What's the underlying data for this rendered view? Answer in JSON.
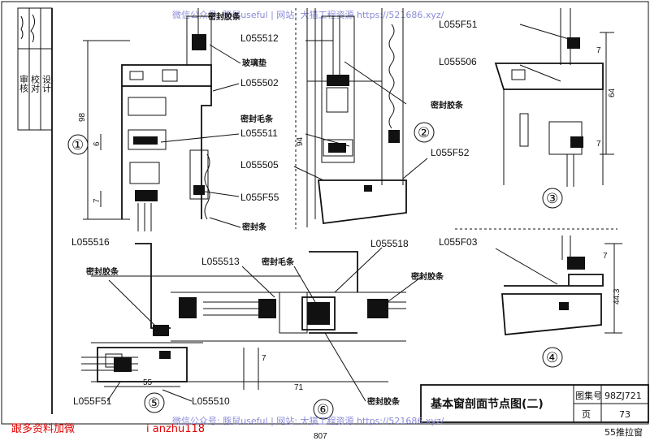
{
  "watermark_top": "微信公众号: 豚鼠useful | 网站: 大猫工程资源 https://521686.xyz/",
  "watermark_bottom": "微信公众号: 豚鼠useful | 网站: 大猫工程资源 https://521686.xyz/",
  "side_signatures": [
    "审核",
    "校对",
    "设计"
  ],
  "details": {
    "d1": {
      "number": "①",
      "dims": [
        "98",
        "6",
        "7"
      ],
      "labels": [
        "L055502",
        "L055511",
        "L055F55"
      ],
      "notes": [
        "密封胶条",
        "玻璃垫",
        "密封条"
      ]
    },
    "d2": {
      "number": "②",
      "dims": [
        "94"
      ],
      "labels": [
        "L055512",
        "L055505",
        "L055F52"
      ],
      "notes": [
        "密封毛条",
        "密封胶条"
      ]
    },
    "d3": {
      "number": "③",
      "dims": [
        "64",
        "7",
        "7"
      ],
      "labels": [
        "L055F51",
        "L055506"
      ]
    },
    "d4": {
      "number": "④",
      "dims": [
        "44.3",
        "7"
      ],
      "labels": [
        "L055F03"
      ]
    },
    "d5": {
      "number": "⑤",
      "dims": [
        "55"
      ],
      "labels": [
        "L055516",
        "L055F51",
        "L055510"
      ],
      "notes": [
        "密封胶条"
      ]
    },
    "d6": {
      "number": "⑥",
      "dims": [
        "7",
        "71"
      ],
      "labels": [
        "L055513",
        "L055518"
      ],
      "notes": [
        "密封毛条",
        "密封胶条",
        "密封胶条"
      ]
    }
  },
  "title_block": {
    "title": "基本窗剖面节点图(二)",
    "atlas_label": "图集号",
    "atlas_no": "98ZJ721",
    "page_label": "页",
    "page_no": "73",
    "series": "55推拉窗"
  },
  "page_number": "807",
  "promo_left": "跟多资料加微",
  "promo_right": "i anzhu118"
}
